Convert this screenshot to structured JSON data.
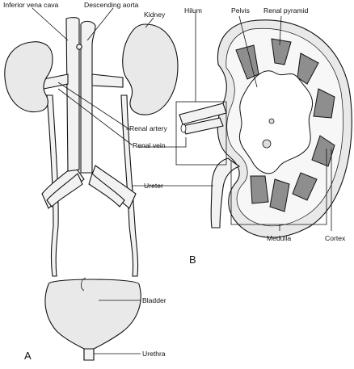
{
  "panels": {
    "a": "A",
    "b": "B"
  },
  "labels": {
    "inferior_vena_cava": "Inferior vena cava",
    "descending_aorta": "Descending aorta",
    "kidney": "Kidney",
    "renal_artery": "Renal artery",
    "renal_vein": "Renal vein",
    "ureter": "Ureter",
    "bladder": "Bladder",
    "urethra": "Urethra",
    "hilum": "Hilum",
    "pelvis": "Pelvis",
    "renal_pyramid": "Renal pyramid",
    "medulla": "Medulla",
    "cortex": "Cortex"
  }
}
